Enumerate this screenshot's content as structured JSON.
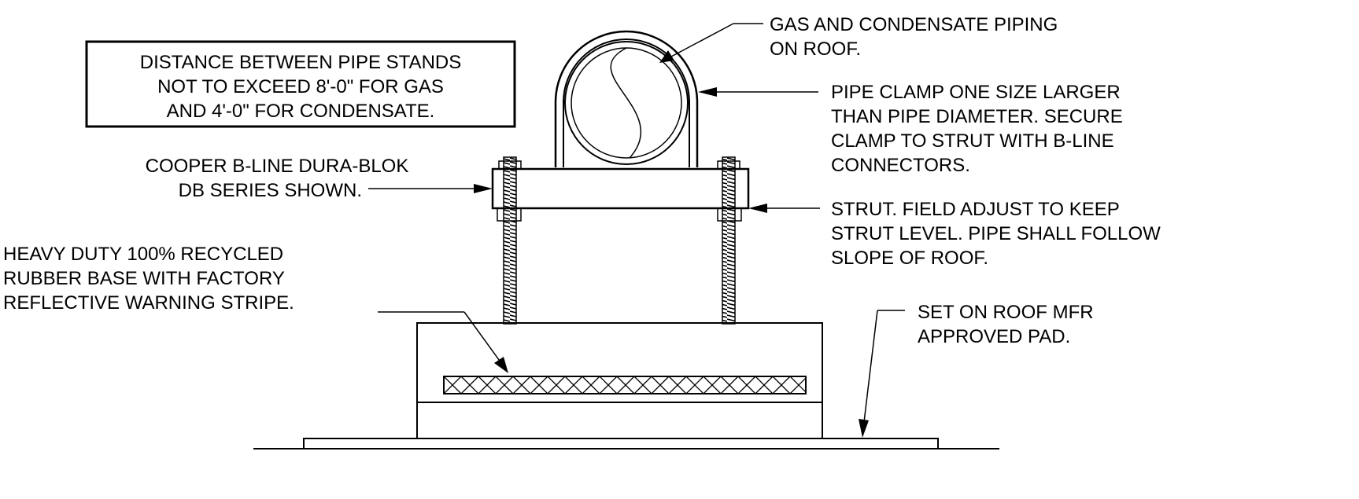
{
  "notes": {
    "distance": {
      "line1": "DISTANCE BETWEEN PIPE STANDS",
      "line2": "NOT TO EXCEED 8'-0\" FOR GAS",
      "line3": "AND 4'-0\" FOR CONDENSATE."
    },
    "cooper": {
      "line1": "COOPER B-LINE DURA-BLOK",
      "line2": "DB SERIES SHOWN."
    },
    "rubber_base": {
      "line1": "HEAVY DUTY 100% RECYCLED",
      "line2": "RUBBER BASE WITH FACTORY",
      "line3": "REFLECTIVE WARNING STRIPE."
    },
    "gas_piping": {
      "line1": "GAS AND CONDENSATE PIPING",
      "line2": "ON ROOF."
    },
    "pipe_clamp": {
      "line1": "PIPE CLAMP ONE SIZE LARGER",
      "line2": "THAN PIPE DIAMETER.  SECURE",
      "line3": "CLAMP TO STRUT WITH B-LINE",
      "line4": "CONNECTORS."
    },
    "strut": {
      "line1": "STRUT.  FIELD ADJUST TO KEEP",
      "line2": "STRUT LEVEL. PIPE SHALL FOLLOW",
      "line3": "SLOPE OF ROOF."
    },
    "pad": {
      "line1": "SET ON ROOF MFR",
      "line2": "APPROVED PAD."
    }
  }
}
